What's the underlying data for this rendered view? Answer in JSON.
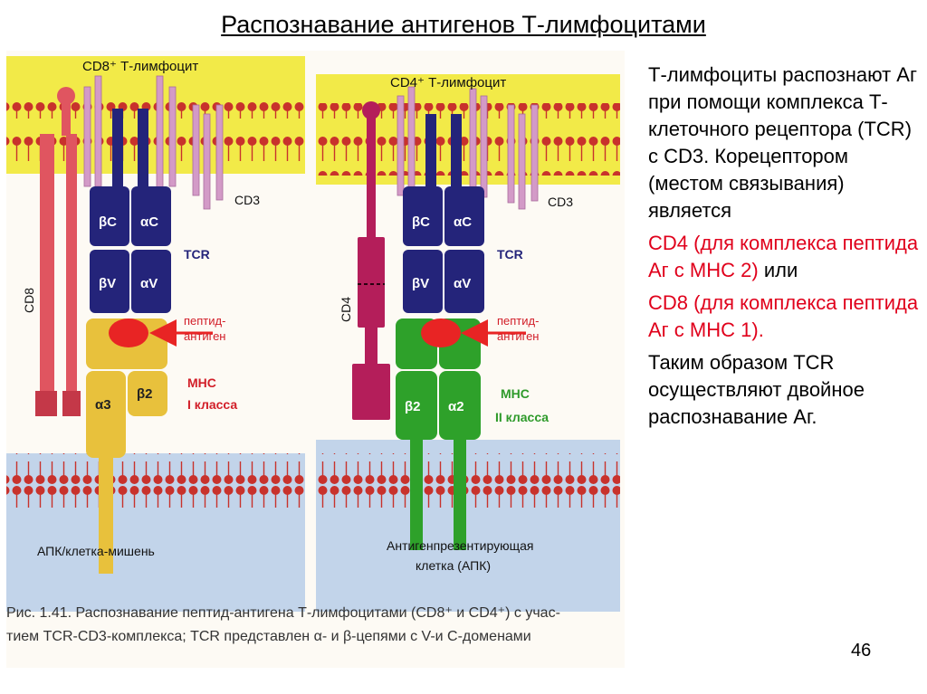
{
  "slide": {
    "title": "Распознавание антигенов Т-лимфоцитами",
    "page_number": "46"
  },
  "figure": {
    "left_cell_label": "CD8⁺ Т-лимфоцит",
    "right_cell_label": "CD4⁺ Т-лимфоцит",
    "cd3_label": "CD3",
    "cd8_label": "CD8",
    "cd4_label": "CD4",
    "tcr_label": "TCR",
    "domain_bc": "βC",
    "domain_ac": "αC",
    "domain_bv": "βV",
    "domain_av": "αV",
    "peptide_label_1": "пептид-",
    "peptide_label_2": "антиген",
    "mhc_label": "MHC",
    "class1_label": "I класса",
    "class2_label": "II класса",
    "domain_a3": "α3",
    "domain_b2": "β2",
    "domain_a2": "α2",
    "left_bottom_label": "АПК/клетка-мишень",
    "right_bottom_label_1": "Антигенпрезентирующая",
    "right_bottom_label_2": "клетка (АПК)",
    "caption_line1": "Рис. 1.41. Распознавание пептид-антигена Т-лимфоцитами (CD8⁺ и CD4⁺) с учас-",
    "caption_line2": "тием TCR-CD3-комплекса; TCR представлен α- и β-цепями с V-и C-доменами",
    "colors": {
      "membrane_top": "#f2ea48",
      "membrane_bottom": "#c2d4ea",
      "tcr_blue": "#24247a",
      "cd3_pink": "#d39ac7",
      "cd8_red": "#e05560",
      "cd4_magenta": "#b41e5a",
      "mhc1_yellow": "#e8c13c",
      "mhc2_green": "#2ea12a",
      "peptide_red": "#e82424",
      "lipid_red": "#c8322c"
    }
  },
  "description": {
    "paragraph1": "Т-лимфоциты распознают Аг при помощи комплекса Т-клеточного рецептора (TCR) с CD3. Корецептором (местом связывания) является",
    "paragraph2": "CD4 (для комплекса пептида Аг с МНС 2)",
    "paragraph2_tail": "или",
    "paragraph3": "CD8 (для комплекса пептида Аг с МНС 1).",
    "paragraph4": "Таким образом TCR осуществляют двойное распознавание Аг."
  }
}
